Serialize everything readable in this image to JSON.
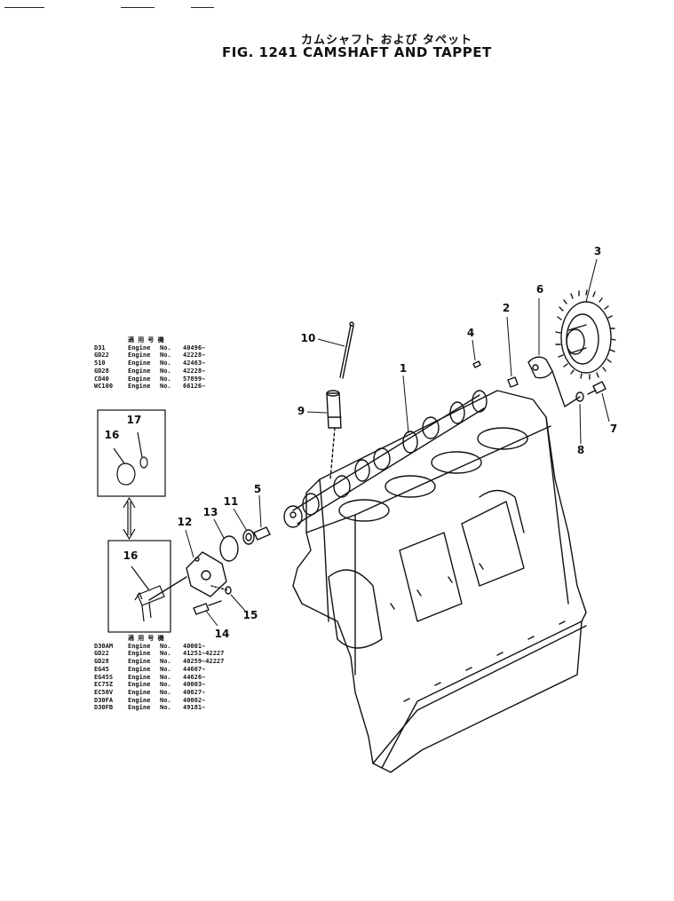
{
  "header": {
    "title_jp": "カムシャフト および タペット",
    "title_en": "FIG. 1241  CAMSHAFT AND TAPPET"
  },
  "callouts": [
    "1",
    "2",
    "3",
    "4",
    "5",
    "6",
    "7",
    "8",
    "9",
    "10",
    "11",
    "12",
    "13",
    "14",
    "15",
    "16",
    "17",
    "16"
  ],
  "table_upper": {
    "header": "適 用 号 機",
    "rows": [
      {
        "model": "D31",
        "engine": "Engine",
        "no": "No.",
        "serial": "40496~"
      },
      {
        "model": "GD22",
        "engine": "Engine",
        "no": "No.",
        "serial": "42228~"
      },
      {
        "model": "510",
        "engine": "Engine",
        "no": "No.",
        "serial": "42463~"
      },
      {
        "model": "GD28",
        "engine": "Engine",
        "no": "No.",
        "serial": "42228~"
      },
      {
        "model": "CD40",
        "engine": "Engine",
        "no": "No.",
        "serial": "57899~"
      },
      {
        "model": "WC100",
        "engine": "Engine",
        "no": "No.",
        "serial": "66126~"
      }
    ]
  },
  "table_lower": {
    "header": "適 用 号 機",
    "rows": [
      {
        "model": "D30AM",
        "engine": "Engine",
        "no": "No.",
        "serial": "40001~"
      },
      {
        "model": "GD22",
        "engine": "Engine",
        "no": "No.",
        "serial": "41251~42227"
      },
      {
        "model": "GD28",
        "engine": "Engine",
        "no": "No.",
        "serial": "40259~42227"
      },
      {
        "model": "EG45",
        "engine": "Engine",
        "no": "No.",
        "serial": "44607~"
      },
      {
        "model": "EG45S",
        "engine": "Engine",
        "no": "No.",
        "serial": "44626~"
      },
      {
        "model": "EC75Z",
        "engine": "Engine",
        "no": "No.",
        "serial": "40003~"
      },
      {
        "model": "EC50V",
        "engine": "Engine",
        "no": "No.",
        "serial": "40027~"
      },
      {
        "model": "D30FA",
        "engine": "Engine",
        "no": "No.",
        "serial": "40002~"
      },
      {
        "model": "D30FB",
        "engine": "Engine",
        "no": "No.",
        "serial": "49181~"
      }
    ]
  },
  "colors": {
    "ink": "#111111",
    "paper": "#ffffff"
  }
}
